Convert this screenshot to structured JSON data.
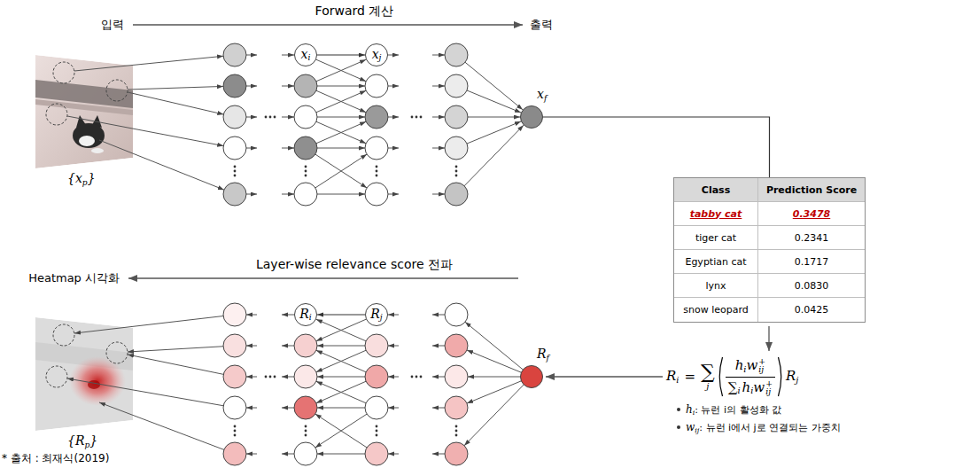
{
  "diagram": {
    "nodes": [
      {
        "text": [
          "x",
          "i"
        ]
      },
      {
        "text": [
          "x",
          "j"
        ]
      },
      {
        "text": [
          "x",
          "f"
        ]
      },
      {
        "text": [
          "Class",
          "Prediction Score",
          "tabby cat",
          "0.3478",
          "tiger cat",
          "0.2341",
          "Egyptian cat",
          "0.1717",
          "lynx",
          "0.0830",
          "snow leopard",
          "0.0425"
        ]
      },
      {
        "text": [
          "R",
          "i"
        ]
      },
      {
        "text": [
          "R",
          "j"
        ]
      },
      {
        "text": [
          "R",
          "f"
        ]
      }
    ],
    "edges": [
      {
        "from": 0,
        "to": 1,
        "arrow": "to"
      },
      {
        "from": 2,
        "to": 3,
        "arrow": "none"
      },
      {
        "from": 5,
        "to": 4,
        "arrow": "to"
      }
    ],
    "labels": [
      "Forward 계산",
      "입력",
      "출력",
      "{x",
      "p",
      "}",
      "Layer-wise relevance score 전파",
      "Heatmap 시각화",
      "{R",
      "p",
      "}",
      "R",
      "i",
      "=",
      "∑",
      "j",
      "h",
      "i",
      "w",
      "ij",
      "+",
      "∑",
      "i",
      "h",
      "i",
      "w",
      "ij",
      "+",
      "R",
      "j",
      "h",
      "i",
      ": 뉴런 i의 활성화 값",
      "w",
      "ij",
      ": 뉴런 i에서 j로 연결되는 가중치",
      "* 출처 : 최재식(2019)"
    ]
  }
}
